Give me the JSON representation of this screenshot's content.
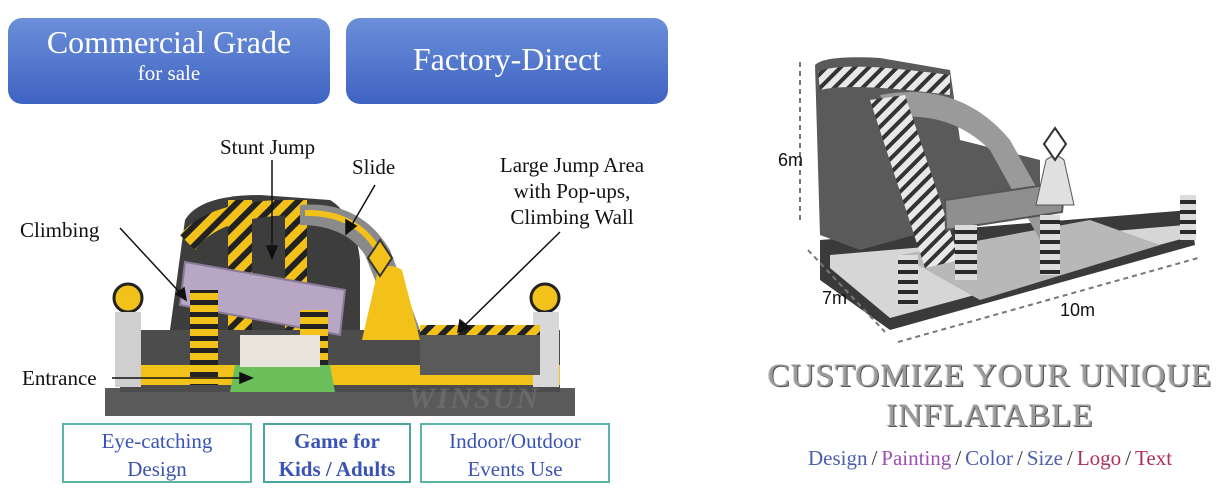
{
  "badges": {
    "commercial_main": "Commercial Grade",
    "commercial_sub": "for sale",
    "factory": "Factory-Direct"
  },
  "callouts": {
    "stunt_jump": "Stunt Jump",
    "slide": "Slide",
    "climbing": "Climbing",
    "large_jump_line1": "Large Jump Area",
    "large_jump_line2": "with Pop-ups,",
    "large_jump_line3": "Climbing Wall",
    "entrance": "Entrance"
  },
  "features": [
    {
      "line1": "Eye-catching",
      "line2": "Design"
    },
    {
      "line1": "Game for",
      "line2": "Kids / Adults"
    },
    {
      "line1": "Indoor/Outdoor",
      "line2": "Events Use"
    }
  ],
  "watermark": "WINSUN",
  "dimensions": {
    "height": "6m",
    "depth": "7m",
    "width": "10m"
  },
  "headline": {
    "line1": "CUSTOMIZE YOUR UNIQUE",
    "line2": "INFLATABLE"
  },
  "customize_options": [
    {
      "label": "Design",
      "color": "#4a5fb0"
    },
    {
      "label": "Painting",
      "color": "#9b4fb0"
    },
    {
      "label": "Color",
      "color": "#4a5fb0"
    },
    {
      "label": "Size",
      "color": "#4a5fb0"
    },
    {
      "label": "Logo",
      "color": "#b0305a"
    },
    {
      "label": "Text",
      "color": "#b0305a"
    }
  ],
  "separator": "/",
  "colors": {
    "badge": "#4f73cc",
    "feature_text": "#3a54b3",
    "feature_border": "#5ab5a8",
    "inflatable_yellow": "#f2c21b"
  }
}
